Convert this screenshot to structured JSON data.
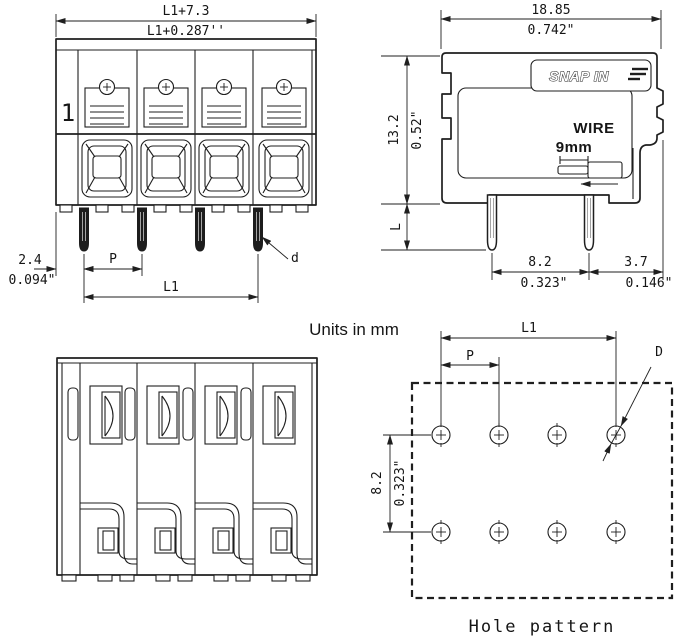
{
  "note_units": "Units in mm",
  "front_view": {
    "pole_number": "1",
    "dims": {
      "width_mm": "L1+7.3",
      "width_in": "L1+0.287''",
      "edge_offset_mm": "2.4",
      "edge_offset_in": "0.094\"",
      "pitch": "P",
      "span": "L1",
      "pin_diameter": "d"
    }
  },
  "side_view": {
    "logo": "SNAP IN",
    "wire": {
      "label": "WIRE",
      "strip_length": "9mm"
    },
    "dims": {
      "depth_mm": "18.85",
      "depth_in": "0.742\"",
      "height_mm": "13.2",
      "height_in": "0.52\"",
      "pin_length": "L",
      "pin_spacing_mm": "8.2",
      "pin_spacing_in": "0.323\"",
      "rear_offset_mm": "3.7",
      "rear_offset_in": "0.146\""
    }
  },
  "hole_pattern": {
    "caption": "Hole pattern",
    "grid": {
      "rows": 2,
      "columns": 4
    },
    "dims": {
      "span": "L1",
      "pitch": "P",
      "hole_diameter": "D",
      "row_spacing_mm": "8.2",
      "row_spacing_in": "0.323\""
    }
  },
  "colors": {
    "line": "#1f1f1f",
    "background": "#ffffff",
    "pin_fill": "#1d1d1d"
  }
}
